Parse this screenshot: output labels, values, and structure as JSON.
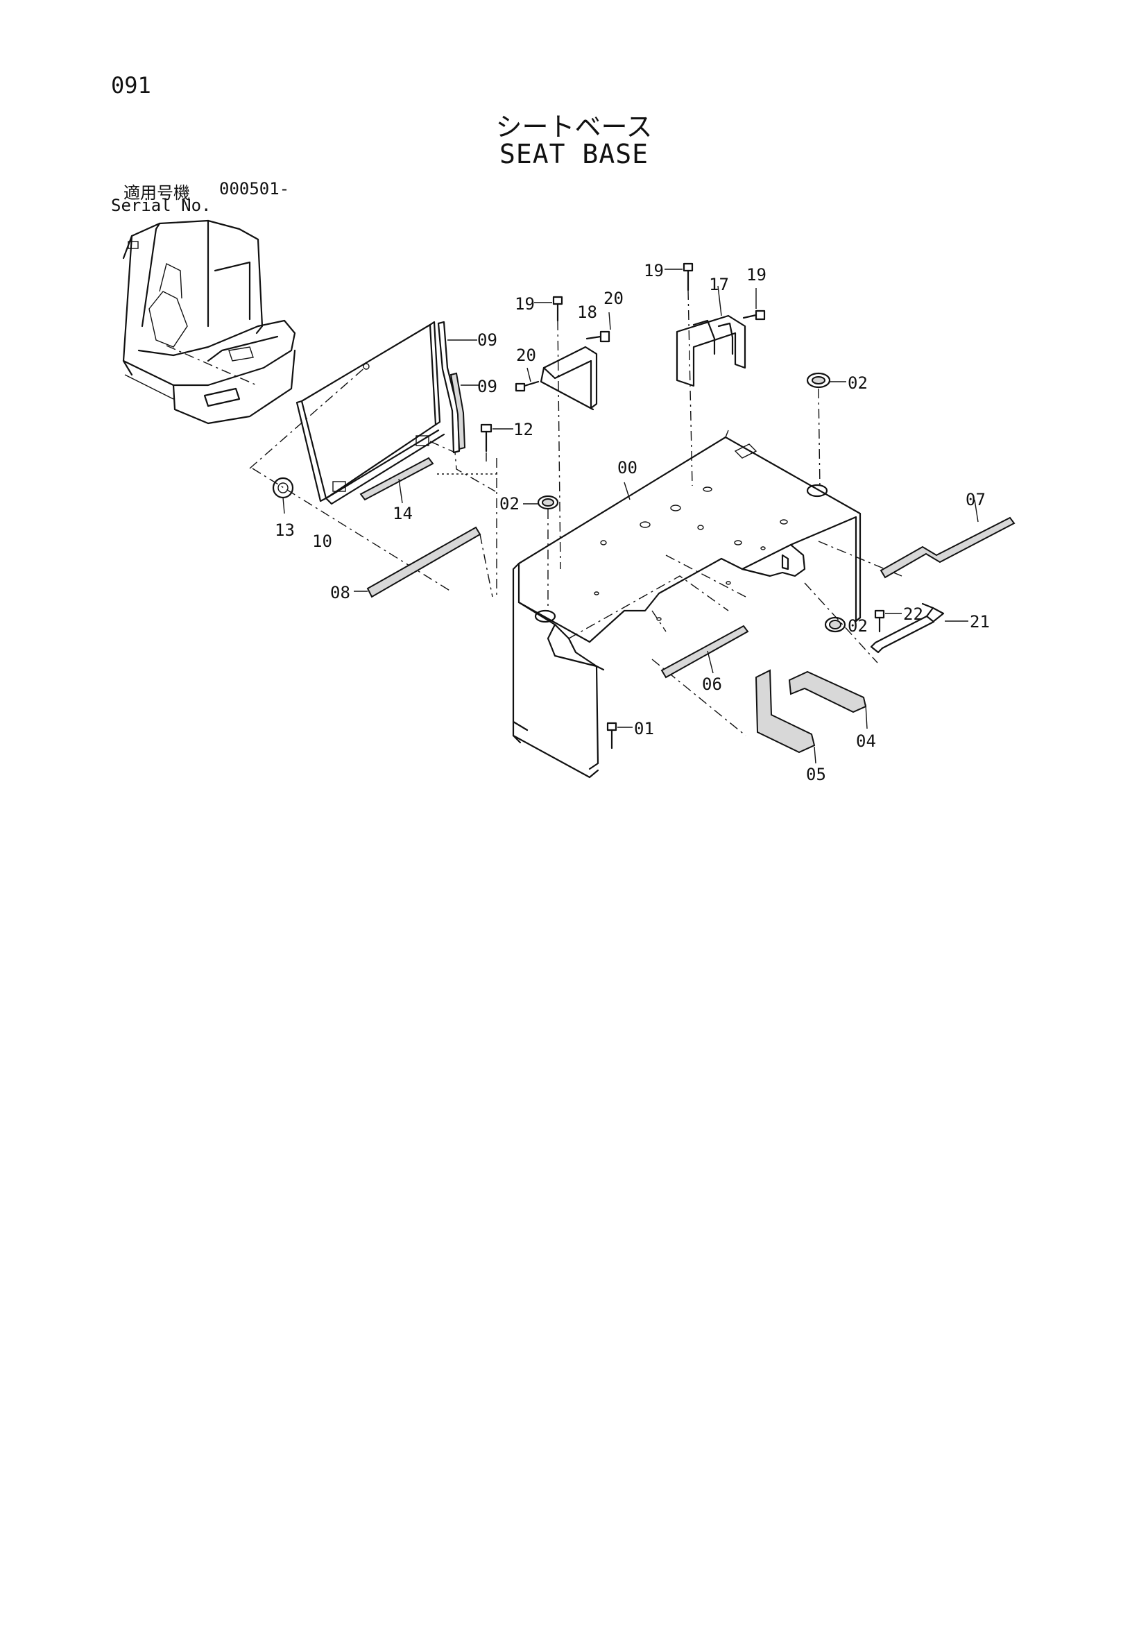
{
  "page": {
    "number": "091"
  },
  "title": {
    "japanese": "シートベース",
    "english": "SEAT BASE"
  },
  "serial": {
    "label_jp": "適用号機",
    "value": "000501-",
    "label_en": "Serial No."
  },
  "callouts": [
    {
      "id": "c-09a",
      "text": "09"
    },
    {
      "id": "c-09b",
      "text": "09"
    },
    {
      "id": "c-12",
      "text": "12"
    },
    {
      "id": "c-19a",
      "text": "19"
    },
    {
      "id": "c-18",
      "text": "18"
    },
    {
      "id": "c-20a",
      "text": "20"
    },
    {
      "id": "c-20b",
      "text": "20"
    },
    {
      "id": "c-19b",
      "text": "19"
    },
    {
      "id": "c-17",
      "text": "17"
    },
    {
      "id": "c-19c",
      "text": "19"
    },
    {
      "id": "c-02a",
      "text": "02"
    },
    {
      "id": "c-00",
      "text": "00"
    },
    {
      "id": "c-02b",
      "text": "02"
    },
    {
      "id": "c-07",
      "text": "07"
    },
    {
      "id": "c-13",
      "text": "13"
    },
    {
      "id": "c-10",
      "text": "10"
    },
    {
      "id": "c-14",
      "text": "14"
    },
    {
      "id": "c-08",
      "text": "08"
    },
    {
      "id": "c-22",
      "text": "22"
    },
    {
      "id": "c-21",
      "text": "21"
    },
    {
      "id": "c-02c",
      "text": "02"
    },
    {
      "id": "c-06",
      "text": "06"
    },
    {
      "id": "c-01",
      "text": "01"
    },
    {
      "id": "c-04",
      "text": "04"
    },
    {
      "id": "c-05",
      "text": "05"
    }
  ]
}
